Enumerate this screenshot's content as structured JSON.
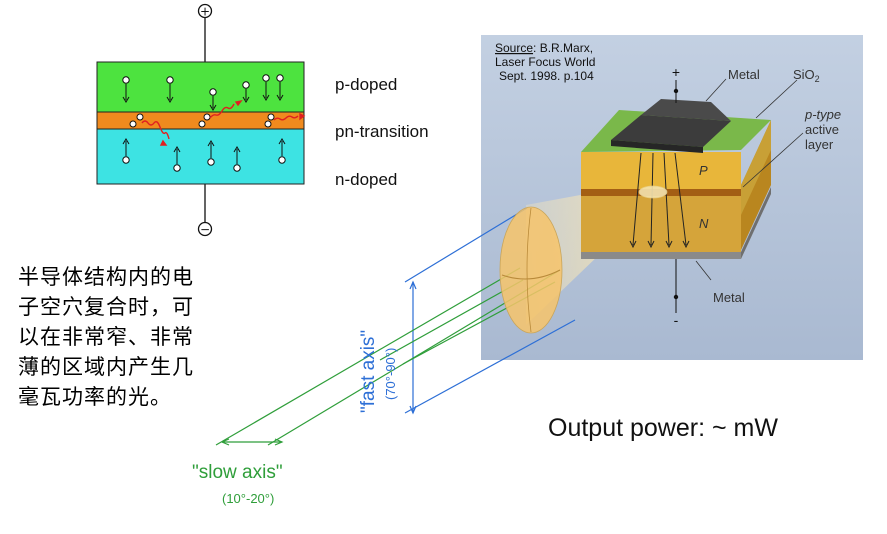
{
  "layers": {
    "p_label": "p-doped",
    "pn_label": "pn-transition",
    "n_label": "n-doped"
  },
  "terminals": {
    "top": "+",
    "bottom": "−"
  },
  "chinese_text": [
    "半导体结构内的电",
    "子空穴复合时，可",
    "以在非常窄、非常",
    "薄的区域内产生几",
    "毫瓦功率的光。"
  ],
  "photo": {
    "source_prefix": "Source",
    "source_line1": ": B.R.Marx,",
    "source_line2": "Laser Focus World",
    "source_line3": "Sept. 1998. p.104",
    "metal_top": "Metal",
    "sio2": "SiO",
    "sio2_sub": "2",
    "ptype_1": "p-type",
    "ptype_2": "active",
    "ptype_3": "layer",
    "p_region": "P",
    "n_region": "N",
    "metal_bottom": "Metal",
    "plus": "+",
    "minus": "-"
  },
  "fast_axis": {
    "label": "\"fast axis\"",
    "range": "(70°-90°)"
  },
  "slow_axis": {
    "label": "\"slow axis\"",
    "range": "(10°-20°)"
  },
  "output_power": "Output power: ~ mW",
  "colors": {
    "p_layer": "#4de33f",
    "pn_layer": "#f08a1e",
    "n_layer": "#3de3e3",
    "fast_axis": "#2d6fd6",
    "slow_axis": "#2f9e3a",
    "photon": "#e02020"
  }
}
